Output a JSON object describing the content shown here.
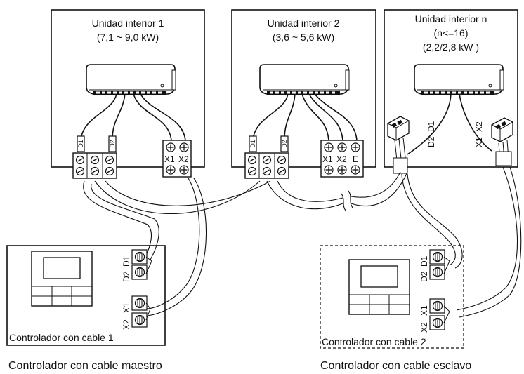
{
  "units": [
    {
      "title": "Unidad interior 1",
      "sub1": "(7,1 ~ 9,0 kW)",
      "sub2": ""
    },
    {
      "title": "Unidad interior 2",
      "sub1": "(3,6 ~ 5,6 kW)",
      "sub2": ""
    },
    {
      "title": "Unidad interior n",
      "sub1": "(n<=16)",
      "sub2": "(2,2/2,8 kW )"
    }
  ],
  "terminals": {
    "d1": "D1",
    "d2": "D2",
    "x1": "X1",
    "x2": "X2",
    "e": "E"
  },
  "controllers": [
    {
      "box_label": "Controlador con cable 1",
      "caption": "Controlador con cable maestro"
    },
    {
      "box_label": "Controlador con cable 2",
      "caption": "Controlador con cable esclavo"
    }
  ]
}
